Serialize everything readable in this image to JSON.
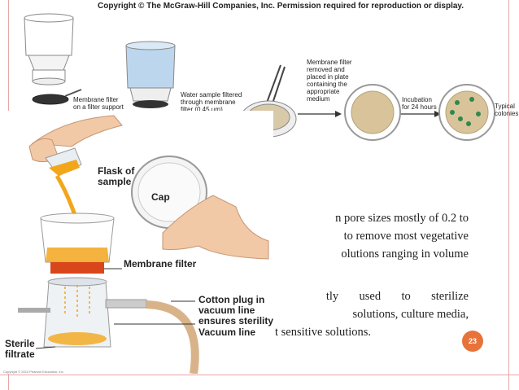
{
  "header": {
    "copyright": "Copyright © The McGraw-Hill Companies, Inc. Permission required for reproduction or display."
  },
  "top_diagram": {
    "label_filter": [
      "Membrane filter",
      "on a filter support"
    ],
    "label_water": [
      "Water sample filtered",
      "through membrane",
      "filter (0.45 µm)"
    ],
    "label_removed": [
      "Membrane filter",
      "removed and",
      "placed in plate",
      "containing the",
      "appropriate",
      "medium"
    ],
    "label_incubation": [
      "Incubation",
      "for 24 hours"
    ],
    "label_colonies": [
      "Typical",
      "colonies"
    ]
  },
  "body": {
    "lines": [
      "n pore sizes mostly of 0.2 to",
      "to remove most vegetative",
      "olutions ranging in volume",
      "tly       used       to       sterilize",
      "solutions, culture media,",
      "t sensitive solutions."
    ]
  },
  "overlay_figure": {
    "flask_label": [
      "Flask of",
      "sample"
    ],
    "cap_label": "Cap",
    "membrane_label": "Membrane filter",
    "cotton_label": [
      "Cotton plug in",
      "vacuum line",
      "ensures sterility"
    ],
    "vacuum_label": "Vacuum line",
    "sterile_label": [
      "Sterile",
      "filtrate"
    ],
    "credit": "Copyright © 2010 Pearson Education, Inc."
  },
  "page_number": "23",
  "colors": {
    "accent": "#e8733a",
    "rule": "#e6a6a6",
    "filtrate": "#f2a61c",
    "filter_red": "#d9461c"
  }
}
